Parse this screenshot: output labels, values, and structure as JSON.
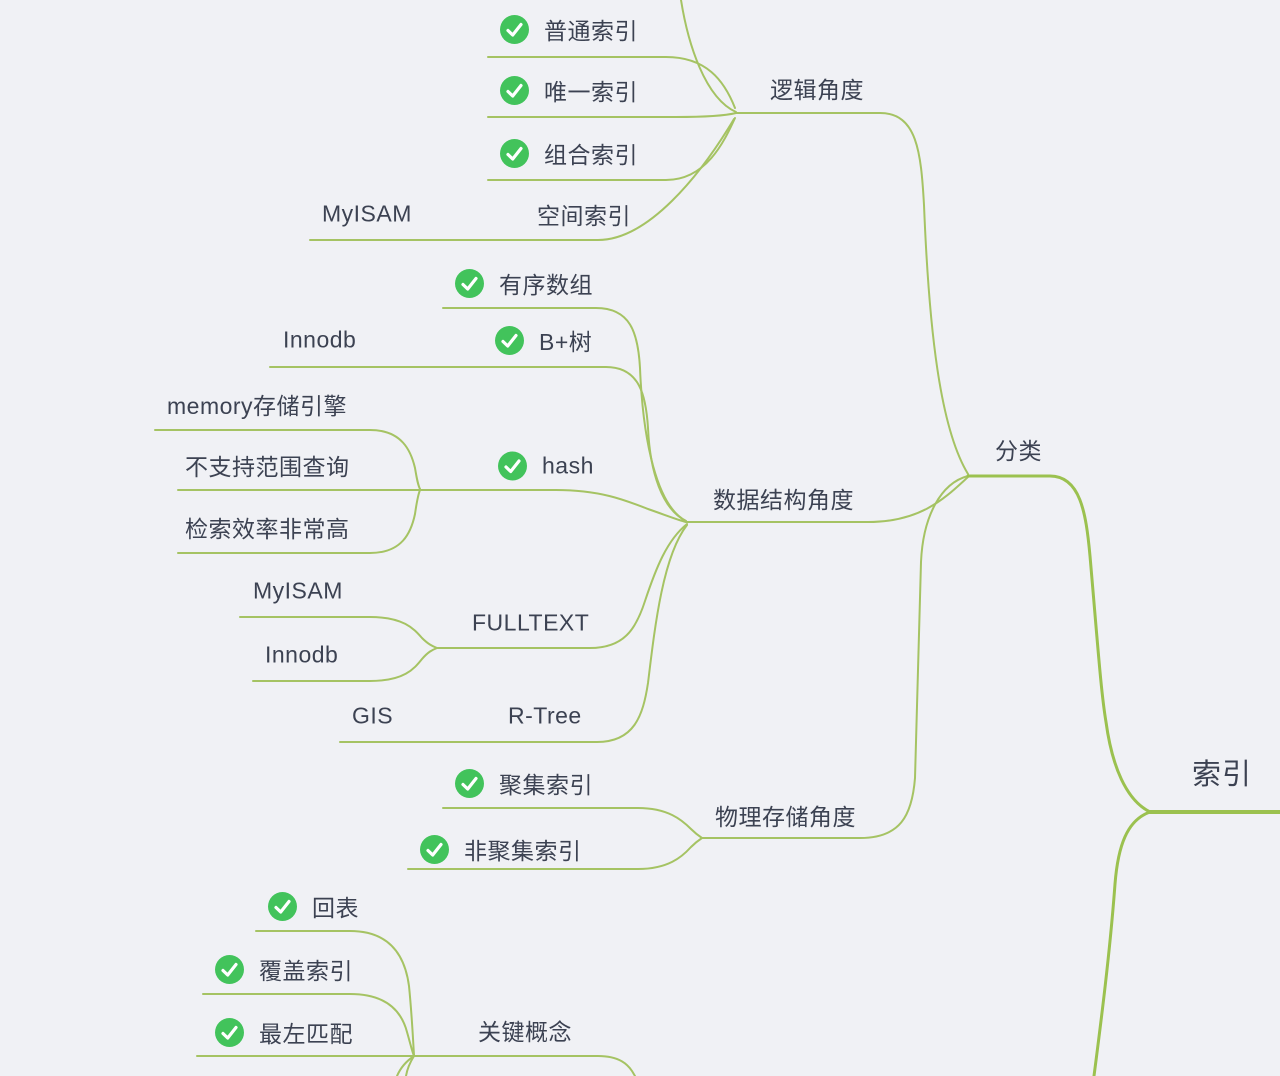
{
  "diagram": {
    "type": "mindmap",
    "direction": "children-on-left",
    "colors": {
      "background": "#f0f1f5",
      "branch_line": "#a5c363",
      "main_branch_line": "#9bc14f",
      "text": "#3c4252",
      "check_marker_green": "#42c35b",
      "check_marker_glyph": "#ffffff"
    },
    "nodes": {
      "root": {
        "label": "索引"
      },
      "fenlei": {
        "label": "分类"
      },
      "luoji": {
        "label": "逻辑角度"
      },
      "putong": {
        "label": "普通索引",
        "marker": "check-icon"
      },
      "weiyi": {
        "label": "唯一索引",
        "marker": "check-icon"
      },
      "zuhe": {
        "label": "组合索引",
        "marker": "check-icon"
      },
      "kongjian": {
        "label": "空间索引"
      },
      "myisam1": {
        "label": "MyISAM"
      },
      "shuju": {
        "label": "数据结构角度"
      },
      "youxu": {
        "label": "有序数组",
        "marker": "check-icon"
      },
      "btree": {
        "label": "B+树",
        "marker": "check-icon"
      },
      "innodb1": {
        "label": "Innodb"
      },
      "hash": {
        "label": "hash",
        "marker": "check-icon"
      },
      "memory": {
        "label": "memory存储引擎"
      },
      "norange": {
        "label": "不支持范围查询"
      },
      "efficient": {
        "label": "检索效率非常高"
      },
      "fulltext": {
        "label": "FULLTEXT"
      },
      "myisam2": {
        "label": "MyISAM"
      },
      "innodb2": {
        "label": "Innodb"
      },
      "rtree": {
        "label": "R-Tree"
      },
      "gis": {
        "label": "GIS"
      },
      "wuli": {
        "label": "物理存储角度"
      },
      "juji": {
        "label": "聚集索引",
        "marker": "check-icon"
      },
      "feijuji": {
        "label": "非聚集索引",
        "marker": "check-icon"
      },
      "guanjian": {
        "label": "关键概念"
      },
      "huibiao": {
        "label": "回表",
        "marker": "check-icon"
      },
      "fugai": {
        "label": "覆盖索引",
        "marker": "check-icon"
      },
      "zuozuo": {
        "label": "最左匹配",
        "marker": "check-icon"
      }
    },
    "hierarchy": {
      "root": {
        "fenlei": {
          "luoji": {
            "putong": {},
            "weiyi": {},
            "zuhe": {},
            "kongjian": {
              "myisam1": {}
            }
          },
          "shuju": {
            "youxu": {},
            "btree": {
              "innodb1": {}
            },
            "hash": {
              "memory": {},
              "norange": {},
              "efficient": {}
            },
            "fulltext": {
              "myisam2": {},
              "innodb2": {}
            },
            "rtree": {
              "gis": {}
            }
          },
          "wuli": {
            "juji": {},
            "feijuji": {}
          }
        },
        "guanjian": {
          "huibiao": {},
          "fugai": {},
          "zuozuo": {}
        }
      }
    }
  }
}
